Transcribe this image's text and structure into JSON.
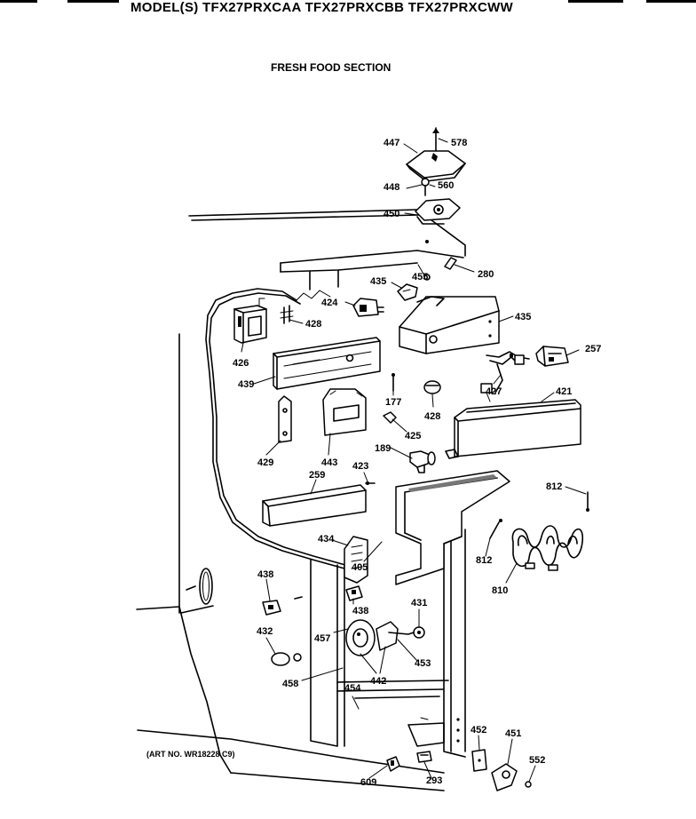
{
  "header": {
    "title": "MODEL(S) TFX27PRXCAA  TFX27PRXCBB  TFX27PRXCWW",
    "section": "FRESH FOOD SECTION",
    "art_no": "(ART NO. WR18228 C9)"
  },
  "parts": [
    {
      "id": "578",
      "label": "578"
    },
    {
      "id": "447",
      "label": "447"
    },
    {
      "id": "448",
      "label": "448"
    },
    {
      "id": "560",
      "label": "560"
    },
    {
      "id": "450",
      "label": "450"
    },
    {
      "id": "280",
      "label": "280"
    },
    {
      "id": "455",
      "label": "455"
    },
    {
      "id": "435a",
      "label": "435"
    },
    {
      "id": "435b",
      "label": "435"
    },
    {
      "id": "424",
      "label": "424"
    },
    {
      "id": "428a",
      "label": "428"
    },
    {
      "id": "426",
      "label": "426"
    },
    {
      "id": "257",
      "label": "257"
    },
    {
      "id": "439",
      "label": "439"
    },
    {
      "id": "177",
      "label": "177"
    },
    {
      "id": "428b",
      "label": "428"
    },
    {
      "id": "427",
      "label": "427"
    },
    {
      "id": "421",
      "label": "421"
    },
    {
      "id": "425",
      "label": "425"
    },
    {
      "id": "189",
      "label": "189"
    },
    {
      "id": "429",
      "label": "429"
    },
    {
      "id": "443",
      "label": "443"
    },
    {
      "id": "423",
      "label": "423"
    },
    {
      "id": "259",
      "label": "259"
    },
    {
      "id": "812a",
      "label": "812"
    },
    {
      "id": "812b",
      "label": "812"
    },
    {
      "id": "434",
      "label": "434"
    },
    {
      "id": "405",
      "label": "405"
    },
    {
      "id": "810",
      "label": "810"
    },
    {
      "id": "438a",
      "label": "438"
    },
    {
      "id": "438b",
      "label": "438"
    },
    {
      "id": "431",
      "label": "431"
    },
    {
      "id": "457",
      "label": "457"
    },
    {
      "id": "432",
      "label": "432"
    },
    {
      "id": "453",
      "label": "453"
    },
    {
      "id": "442",
      "label": "442"
    },
    {
      "id": "458",
      "label": "458"
    },
    {
      "id": "454",
      "label": "454"
    },
    {
      "id": "452",
      "label": "452"
    },
    {
      "id": "451",
      "label": "451"
    },
    {
      "id": "552",
      "label": "552"
    },
    {
      "id": "609",
      "label": "609"
    },
    {
      "id": "293",
      "label": "293"
    }
  ]
}
